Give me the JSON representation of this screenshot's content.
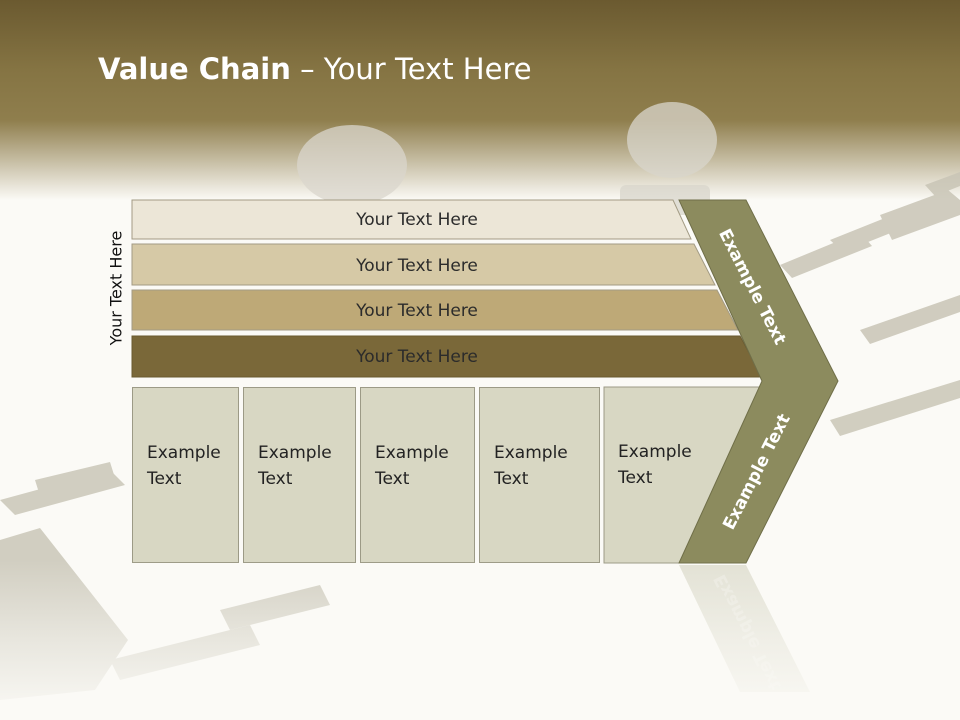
{
  "title": {
    "bold": "Value Chain",
    "rest": " – Your Text Here"
  },
  "side_label": "Your Text Here",
  "bars": [
    {
      "label": "Your Text Here"
    },
    {
      "label": "Your Text Here"
    },
    {
      "label": "Your Text Here"
    },
    {
      "label": "Your Text Here"
    }
  ],
  "boxes": [
    {
      "line1": "Example",
      "line2": "Text"
    },
    {
      "line1": "Example",
      "line2": "Text"
    },
    {
      "line1": "Example",
      "line2": "Text"
    },
    {
      "line1": "Example",
      "line2": "Text"
    },
    {
      "line1": "Example",
      "line2": "Text"
    }
  ],
  "chevron": {
    "upper": "Example Text",
    "lower": "Example Text"
  },
  "colors": {
    "header": "#857443",
    "bar1": "#ece6d7",
    "bar2": "#d6c9a6",
    "bar3": "#bea977",
    "bar4": "#7a6839",
    "box": "#d8d7c3",
    "chevron": "#8c8b5e"
  }
}
